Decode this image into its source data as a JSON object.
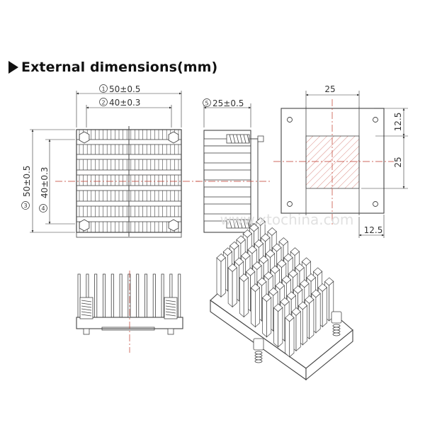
{
  "heading": {
    "text": "External dimensions(mm)",
    "icon": "triangle-right-icon"
  },
  "front_view": {
    "dims": [
      {
        "num": "1",
        "text": "50±0.5"
      },
      {
        "num": "2",
        "text": "40±0.3"
      },
      {
        "num": "3",
        "text": "50±0.5"
      },
      {
        "num": "4",
        "text": "40±0.3"
      }
    ]
  },
  "side_view": {
    "dims": [
      {
        "num": "5",
        "text": "25±0.5"
      }
    ]
  },
  "footprint_view": {
    "dims": [
      "25",
      "12.5",
      "25",
      "12.5"
    ]
  },
  "watermark": {
    "text": "www.xtochina.com"
  },
  "colors": {
    "line": "#444444",
    "centerline": "#c0392b",
    "hatch": "#c0392b",
    "dim": "#333333"
  }
}
